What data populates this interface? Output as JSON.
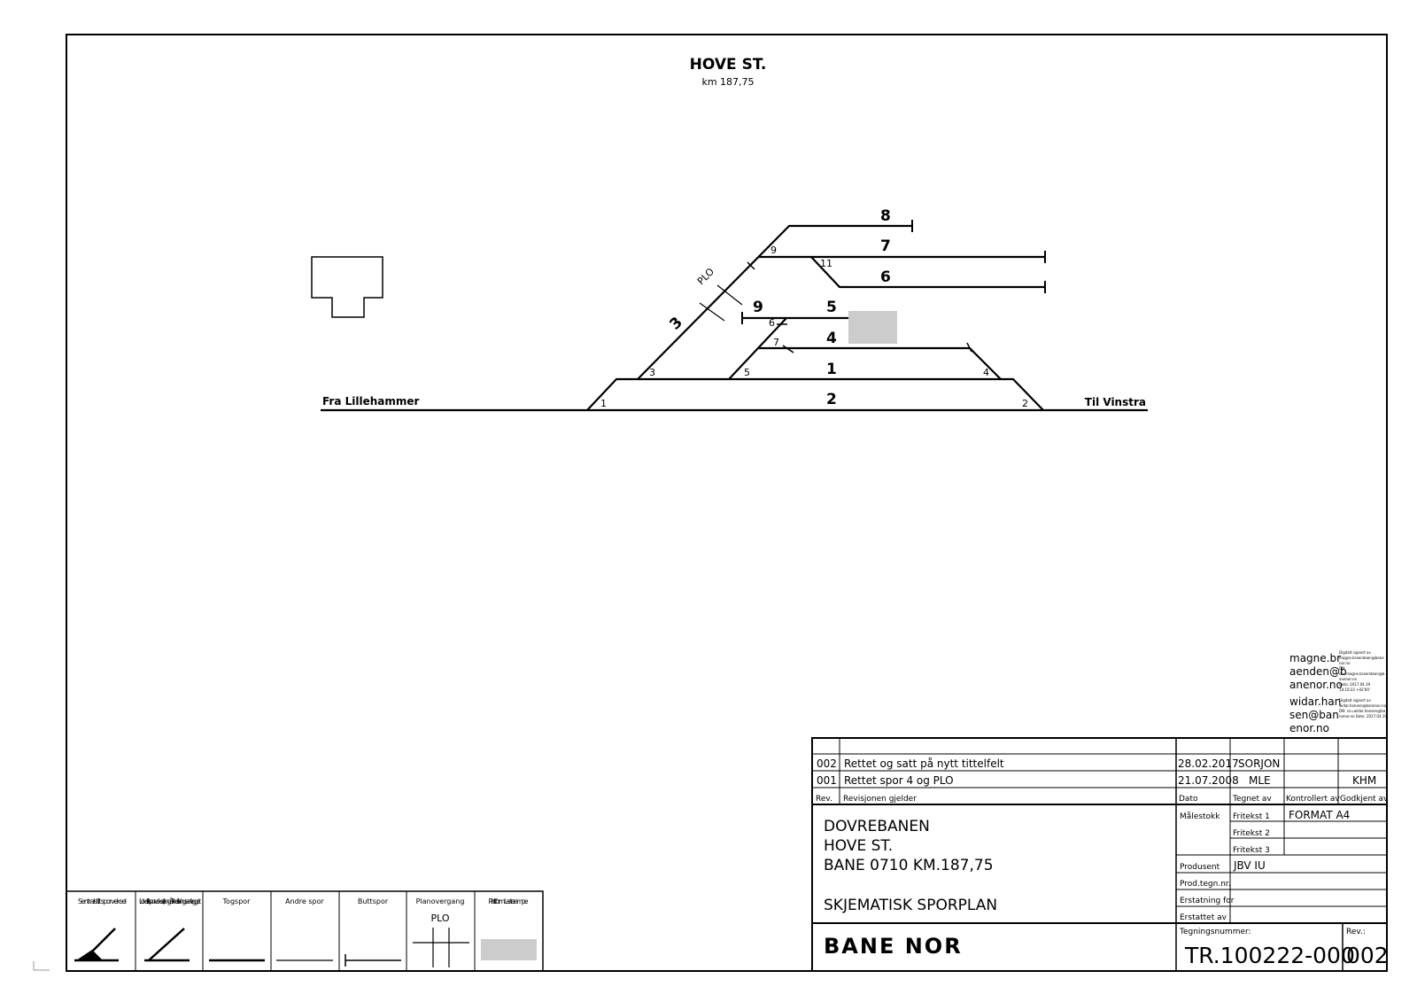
{
  "station": {
    "name": "HOVE ST.",
    "km": "km 187,75"
  },
  "directions": {
    "left": "Fra Lillehammer",
    "right": "Til Vinstra"
  },
  "tracks": {
    "t1": "1",
    "t2": "2",
    "t3": "3",
    "t4": "4",
    "t5": "5",
    "t6": "6",
    "t7": "7",
    "t8": "8",
    "t9": "9"
  },
  "switches": {
    "s1": "1",
    "s2": "2",
    "s3": "3",
    "s4": "4",
    "s5": "5",
    "s6": "6",
    "s7": "7",
    "s9": "9",
    "s11": "11"
  },
  "crossing_label": "PLO",
  "signatures": {
    "left": [
      "magne.br",
      "aenden@b",
      "anenor.no",
      "widar.han",
      "sen@ban",
      "enor.no"
    ],
    "right": [
      "Digitalt signert av",
      "magne.braendaen@bane",
      "nor.no",
      "DN:",
      "cn=magne.braendaen@b",
      "anenor.no",
      "Dato: 2017.04.19",
      "14:10:22 +02'00'",
      "Digitalt signert av",
      "widar.hansen@banenor.no",
      "DN: cn=widar.hansen@ba",
      "nenor.no Dato: 2017.04.19"
    ]
  },
  "revisions": [
    {
      "rev": "002",
      "desc": "Rettet og satt på nytt tittelfelt",
      "date": "28.02.2017",
      "drawn": "SORJON",
      "checked": "",
      "approved": ""
    },
    {
      "rev": "001",
      "desc": "Rettet spor 4 og PLO",
      "date": "21.07.2008",
      "drawn": "MLE",
      "checked": "",
      "approved": "KHM"
    }
  ],
  "rev_headers": {
    "rev": "Rev.",
    "desc": "Revisjonen gjelder",
    "date": "Dato",
    "drawn": "Tegnet av",
    "checked": "Kontrollert av",
    "approved": "Godkjent av"
  },
  "title_block": {
    "line1": "DOVREBANEN",
    "line2": "HOVE ST.",
    "line3": "BANE 0710 KM.187,75",
    "line4": "SKJEMATISK SPORPLAN",
    "malestokk": "Målestokk",
    "fritekst1_label": "Fritekst 1",
    "fritekst1_value": "FORMAT A4",
    "fritekst2_label": "Fritekst 2",
    "fritekst3_label": "Fritekst 3",
    "produsent_label": "Produsent",
    "produsent_value": "JBV IU",
    "prodtegn_label": "Prod.tegn.nr.",
    "erstatning_label": "Erstatning for",
    "erstattet_label": "Erstattet av",
    "logo": "BANE NOR",
    "tegningsnummer_label": "Tegningsnummer:",
    "tegningsnummer": "TR.100222-000",
    "rev_label": "Rev.:",
    "rev_value": "002"
  },
  "legend": [
    {
      "label": "Sentralstilt sporveksel"
    },
    {
      "label": "Lokalstilt sporveksel, inngår ikke i sikrings-anlegget"
    },
    {
      "label": "Togspor"
    },
    {
      "label": "Andre spor"
    },
    {
      "label": "Buttspor"
    },
    {
      "label": "Planovergang",
      "sub": "PLO"
    },
    {
      "label": "Plattform Lasterampe"
    }
  ],
  "colors": {
    "line": "#000000",
    "platform": "#cccccc"
  }
}
